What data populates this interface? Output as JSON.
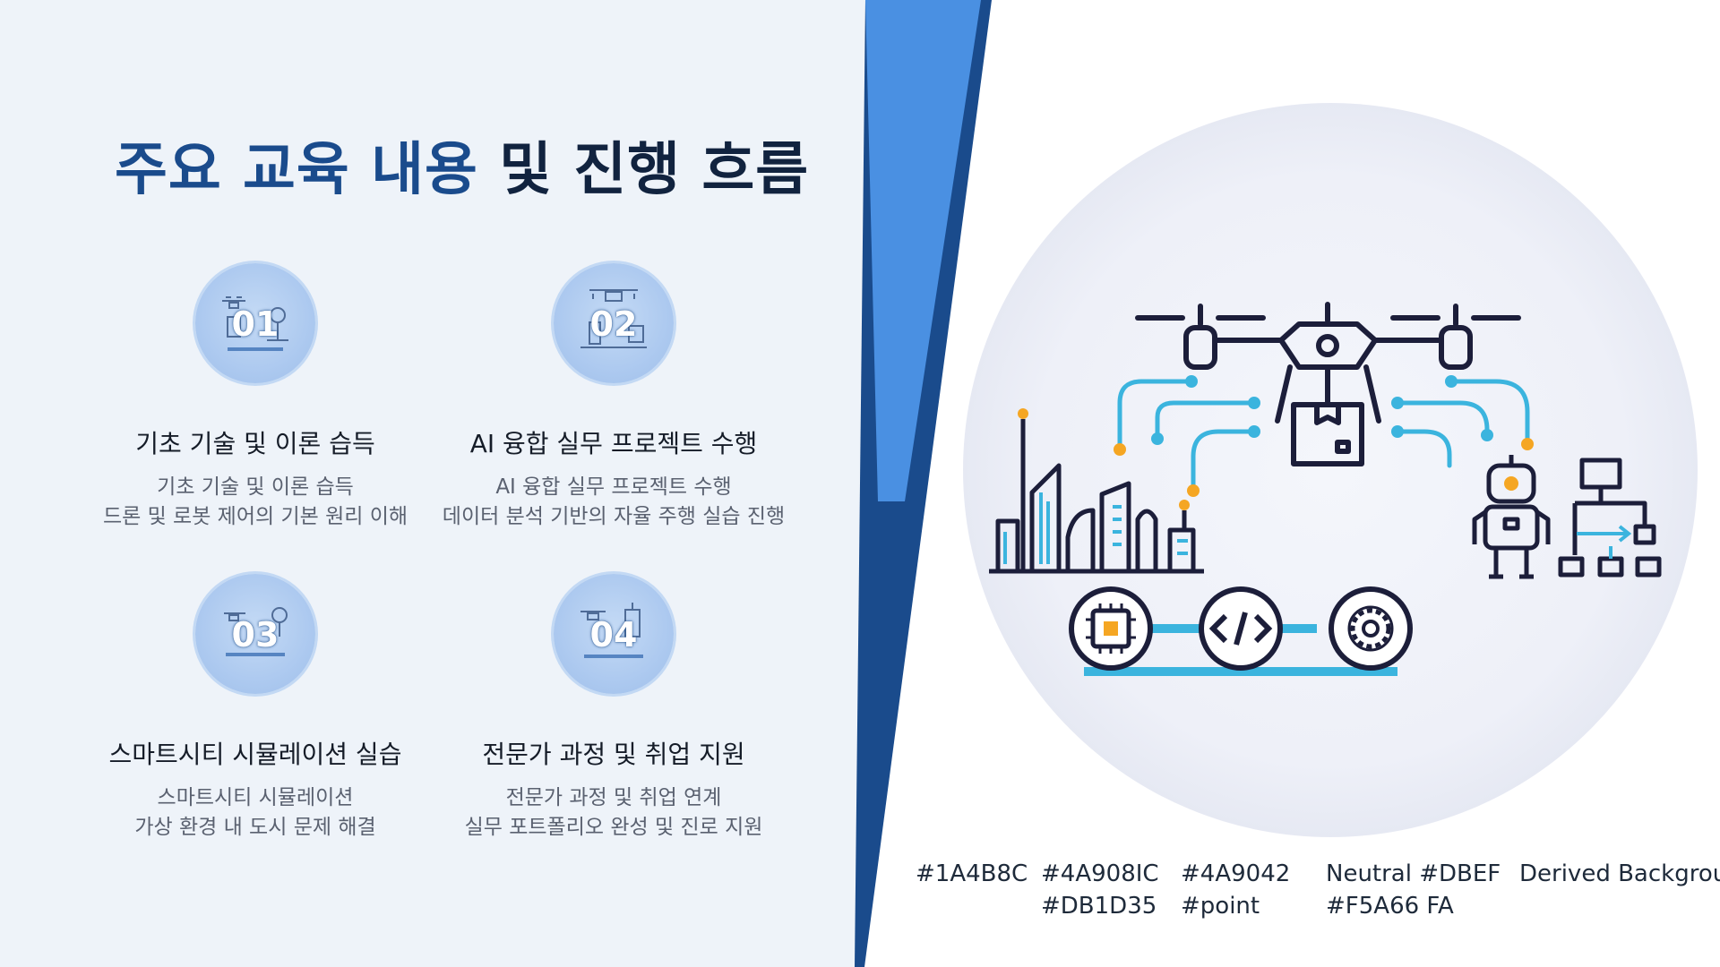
{
  "page": {
    "title_part1": "주요 교육 내용",
    "title_part2": " 및 진행 흐름"
  },
  "cards": [
    {
      "number": "01",
      "title": "기초 기술 및 이론 습득",
      "desc_line1": "기초 기술 및 이론 습득",
      "desc_line2": "드론 및 로봇 제어의 기본 원리 이해"
    },
    {
      "number": "02",
      "title": "AI 융합 실무 프로젝트 수행",
      "desc_line1": "AI 융합 실무 프로젝트 수행",
      "desc_line2": "데이터 분석 기반의 자율 주행 실습 진행"
    },
    {
      "number": "03",
      "title": "스마트시티 시뮬레이션 실습",
      "desc_line1": "스마트시티 시뮬레이션",
      "desc_line2": "가상 환경 내 도시 문제 해결"
    },
    {
      "number": "04",
      "title": "전문가 과정 및 취업 지원",
      "desc_line1": "전문가 과정 및 취업 연계",
      "desc_line2": "실무 포트폴리오 완성 및 진로 지원"
    }
  ],
  "palette_labels": [
    {
      "line1": "#1A4B8C",
      "line2": ""
    },
    {
      "line1": "#4A908IC",
      "line2": "#DB1D35"
    },
    {
      "line1": "#4A9042",
      "line2": "#point"
    },
    {
      "line1": "Neutral #DBEF",
      "line2": "#F5A66 FA"
    },
    {
      "line1": "Derived Backgrou",
      "line2": ""
    }
  ],
  "colors": {
    "primary": "#1A4B8C",
    "accent_blue": "#4A90E2",
    "cyan": "#3BB4DE",
    "orange": "#F5A623",
    "navy_line": "#1C1E3A",
    "panel_bg": "#EEF3F9"
  },
  "illustration": {
    "icons": [
      "drone-icon",
      "package-icon",
      "city-skyline-icon",
      "robot-icon",
      "flowchart-icon",
      "chip-icon",
      "code-icon",
      "gear-icon"
    ]
  }
}
